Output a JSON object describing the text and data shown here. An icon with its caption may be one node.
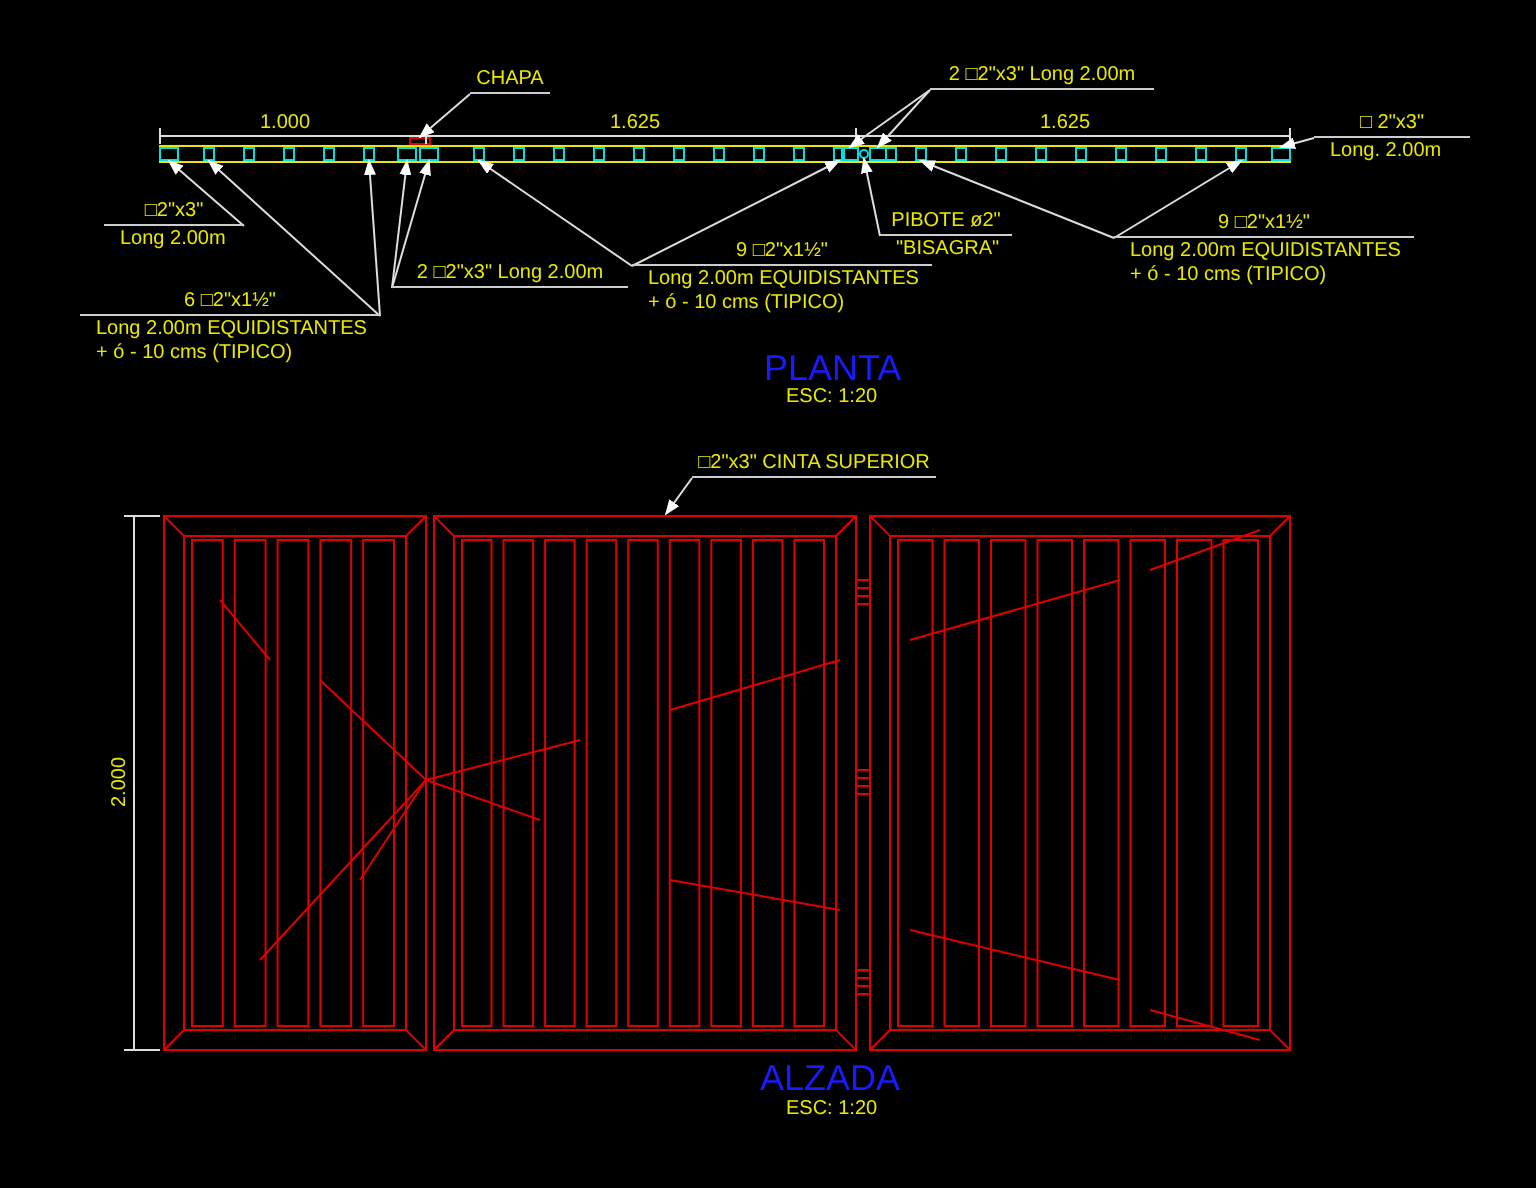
{
  "diagram": {
    "nodes": [
      {
        "text": [
          "CHAPA"
        ]
      },
      {
        "text": [
          "2 □2\"x3\" Long 2.00m"
        ]
      },
      {
        "text": [
          "□ 2\"x3\"",
          "Long. 2.00m"
        ]
      },
      {
        "text": [
          "□2\"x3\"",
          "Long 2.00m"
        ]
      },
      {
        "text": [
          "2 □2\"x3\" Long 2.00m"
        ]
      },
      {
        "text": [
          "9 □2\"x1½\"",
          "Long 2.00m EQUIDISTANTES + ó - 10 cms (TIPICO)"
        ]
      },
      {
        "text": [
          "PIBOTE ø2\"",
          "\"BISAGRA\""
        ]
      },
      {
        "text": [
          "9 □2\"x1½\"",
          "Long 2.00m EQUIDISTANTES + ó - 10 cms (TIPICO)"
        ]
      },
      {
        "text": [
          "6 □2\"x1½\"",
          "Long 2.00m EQUIDISTANTES + ó - 10 cms (TIPICO)"
        ]
      },
      {
        "text": [
          "□2\"x3\" CINTA SUPERIOR"
        ]
      },
      {
        "text": [],
        "shape": "box"
      },
      {
        "text": [],
        "shape": "box"
      },
      {
        "text": [],
        "shape": "box"
      },
      {
        "text": [],
        "shape": "box"
      },
      {
        "text": [],
        "shape": "box"
      },
      {
        "text": [],
        "shape": "box"
      },
      {
        "text": [],
        "shape": "box"
      },
      {
        "text": [],
        "shape": "box"
      },
      {
        "text": [],
        "shape": "box"
      },
      {
        "text": [],
        "shape": "circle"
      },
      {
        "text": [],
        "shape": "box"
      },
      {
        "text": [],
        "shape": "box"
      },
      {
        "text": [],
        "shape": "box"
      },
      {
        "text": [],
        "shape": "box"
      }
    ],
    "edges": [
      {
        "from": 0,
        "to": 14,
        "arrow": "to"
      },
      {
        "from": 1,
        "to": 18,
        "arrow": "to"
      },
      {
        "from": 1,
        "to": 20,
        "arrow": "to"
      },
      {
        "from": 2,
        "to": 23,
        "arrow": "to"
      },
      {
        "from": 3,
        "to": 10,
        "arrow": "to"
      },
      {
        "from": 4,
        "to": 13,
        "arrow": "to"
      },
      {
        "from": 4,
        "to": 15,
        "arrow": "to"
      },
      {
        "from": 5,
        "to": 16,
        "arrow": "to"
      },
      {
        "from": 5,
        "to": 17,
        "arrow": "to"
      },
      {
        "from": 6,
        "to": 19,
        "arrow": "to"
      },
      {
        "from": 7,
        "to": 21,
        "arrow": "to"
      },
      {
        "from": 7,
        "to": 22,
        "arrow": "to"
      },
      {
        "from": 8,
        "to": 11,
        "arrow": "to"
      },
      {
        "from": 8,
        "to": 12,
        "arrow": "to"
      },
      {
        "from": 9,
        "to": null,
        "arrow": "to"
      }
    ],
    "labels": [
      "1.000",
      "1.625",
      "1.625",
      "PLANTA",
      "ESC: 1:20",
      "2.000",
      "ALZADA",
      "ESC: 1:20"
    ]
  }
}
